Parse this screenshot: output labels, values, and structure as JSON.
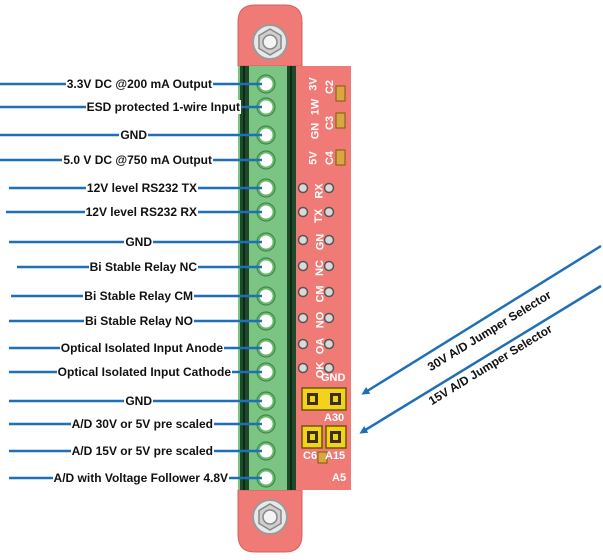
{
  "pin_labels": [
    "3.3V DC @200 mA Output",
    "ESD protected 1-wire Input",
    "GND",
    "5.0 V DC @750 mA Output",
    "12V level  RS232 TX",
    "12V level  RS232 RX",
    "GND",
    "Bi Stable Relay NC",
    "Bi Stable Relay CM",
    "Bi Stable Relay NO",
    "Optical Isolated Input Anode",
    "Optical Isolated Input Cathode",
    "GND",
    "A/D 30V or 5V pre scaled",
    "A/D 15V or 5V pre scaled",
    "A/D with Voltage Follower 4.8V"
  ],
  "jumper_selectors": {
    "a30": "30V A/D Jumper Selector",
    "a15": "15V A/D Jumper Selector"
  },
  "silkscreen": {
    "v3": "3V",
    "v1w": "1W",
    "gn_top": "GN",
    "v5": "5V",
    "c2": "C2",
    "c3": "C3",
    "c4": "C4",
    "rx": "RX",
    "tx": "TX",
    "gn": "GN",
    "nc": "NC",
    "cm": "CM",
    "no": "NO",
    "oa": "OA",
    "ok": "OK",
    "gnd": "GND",
    "a30": "A30",
    "a15": "A15",
    "c6": "C6",
    "a5": "A5"
  },
  "colors": {
    "board": "#f07a76",
    "terminal_block": "#7cc483",
    "line": "#1e6fb8",
    "jumper": "#f2d21c"
  }
}
